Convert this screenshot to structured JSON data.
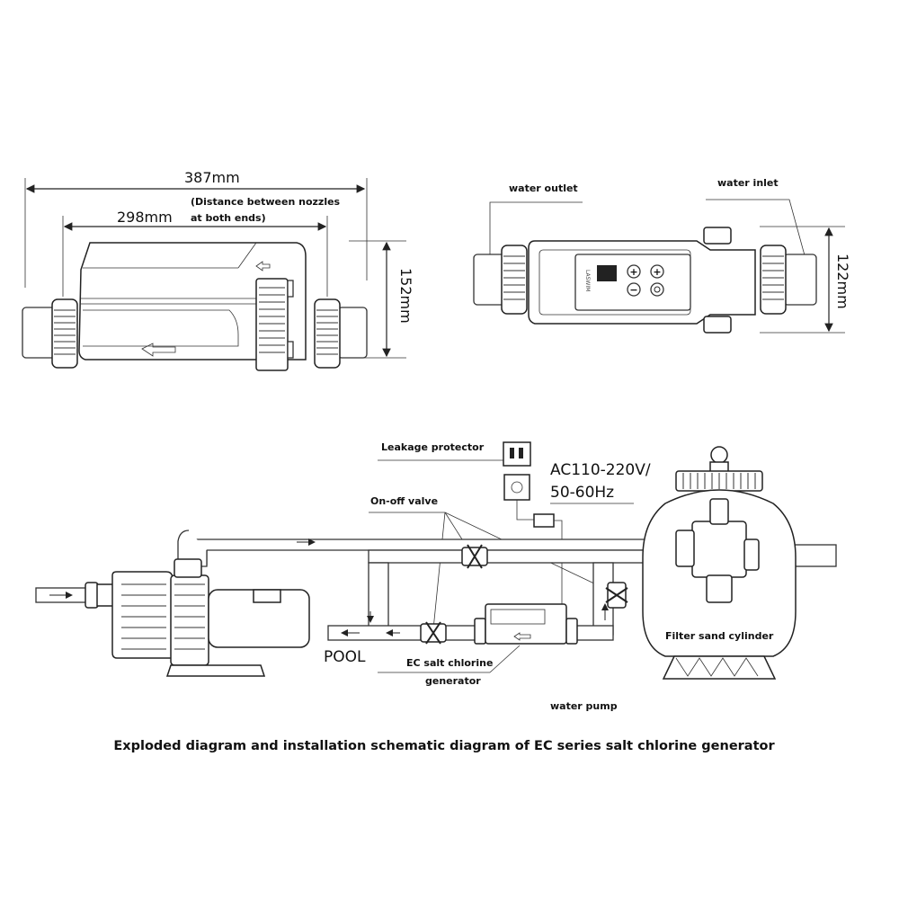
{
  "dimensions": {
    "overall_length": "387mm",
    "nozzle_distance": "298mm",
    "nozzle_note_line1": "(Distance between nozzles",
    "nozzle_note_line2": "at both ends)",
    "height_side": "152mm",
    "height_top": "122mm"
  },
  "top_view": {
    "water_outlet": "water outlet",
    "water_inlet": "water inlet",
    "brand": "LASWIM"
  },
  "schematic": {
    "leakage_protector": "Leakage protector",
    "power_line1": "AC110-220V/",
    "power_line2": "50-60Hz",
    "on_off_valve": "On-off valve",
    "filter": "Filter sand cylinder",
    "pool": "POOL",
    "generator_line1": "EC salt chlorine",
    "generator_line2": "generator",
    "water_pump": "water pump"
  },
  "caption": "Exploded diagram and installation schematic diagram of EC series salt chlorine generator"
}
